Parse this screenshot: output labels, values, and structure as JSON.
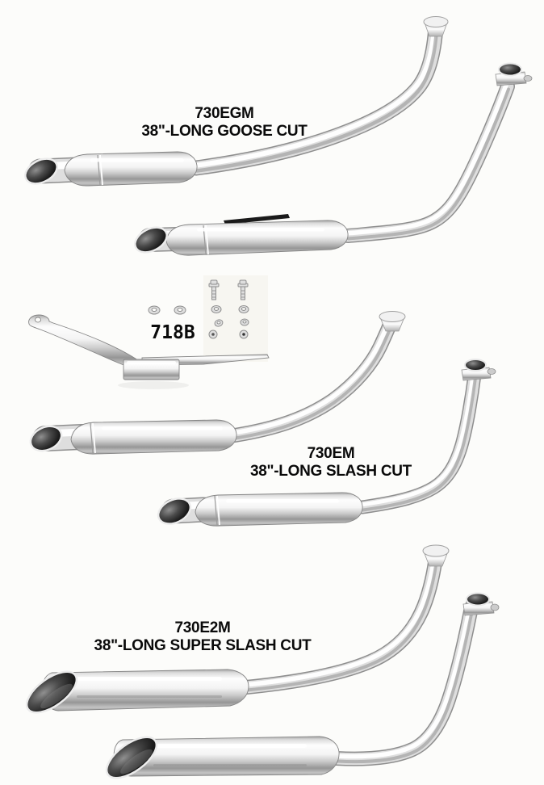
{
  "page": {
    "type": "exhaust-parts-catalog-photo",
    "background_color": "#fcfcfa",
    "text_color": "#0a0a0a",
    "chrome_highlight_color": "#ffffff",
    "chrome_shadow_color": "#8e8e8e"
  },
  "products": [
    {
      "code": "730EGM",
      "description": "38\"-LONG GOOSE CUT"
    },
    {
      "code": "718B",
      "description": ""
    },
    {
      "code": "730EM",
      "description": "38\"-LONG SLASH CUT"
    },
    {
      "code": "730E2M",
      "description": "38\"-LONG SUPER SLASH CUT"
    }
  ]
}
